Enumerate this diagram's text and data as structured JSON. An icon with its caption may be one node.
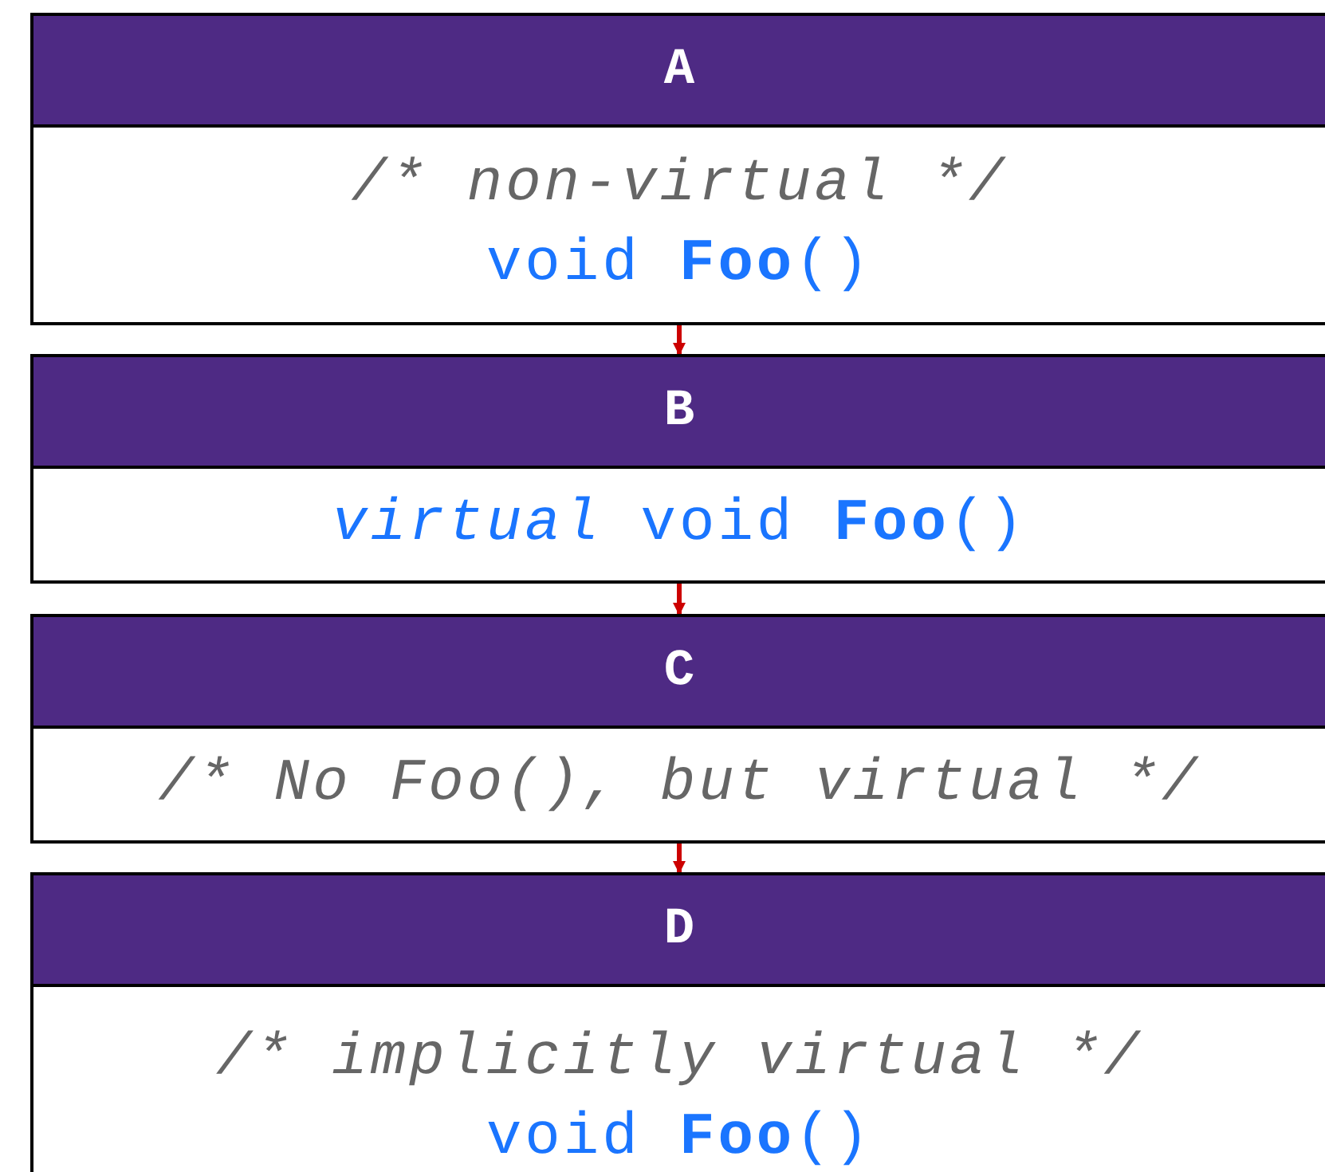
{
  "diagram": {
    "nodes": [
      {
        "text": [
          "A",
          "/* non-virtual */",
          "void **Foo**()"
        ]
      },
      {
        "text": [
          "B",
          "*virtual* void **Foo**()"
        ]
      },
      {
        "text": [
          "C",
          "/* No Foo(), but virtual */"
        ]
      },
      {
        "text": [
          "D",
          "/* implicitly virtual */",
          "void **Foo**()"
        ]
      }
    ],
    "edges": [
      {
        "from": 0,
        "to": 1,
        "arrow": "to",
        "color": "#cc0000"
      },
      {
        "from": 1,
        "to": 2,
        "arrow": "to",
        "color": "#cc0000"
      },
      {
        "from": 2,
        "to": 3,
        "arrow": "to",
        "color": "#cc0000"
      }
    ]
  }
}
